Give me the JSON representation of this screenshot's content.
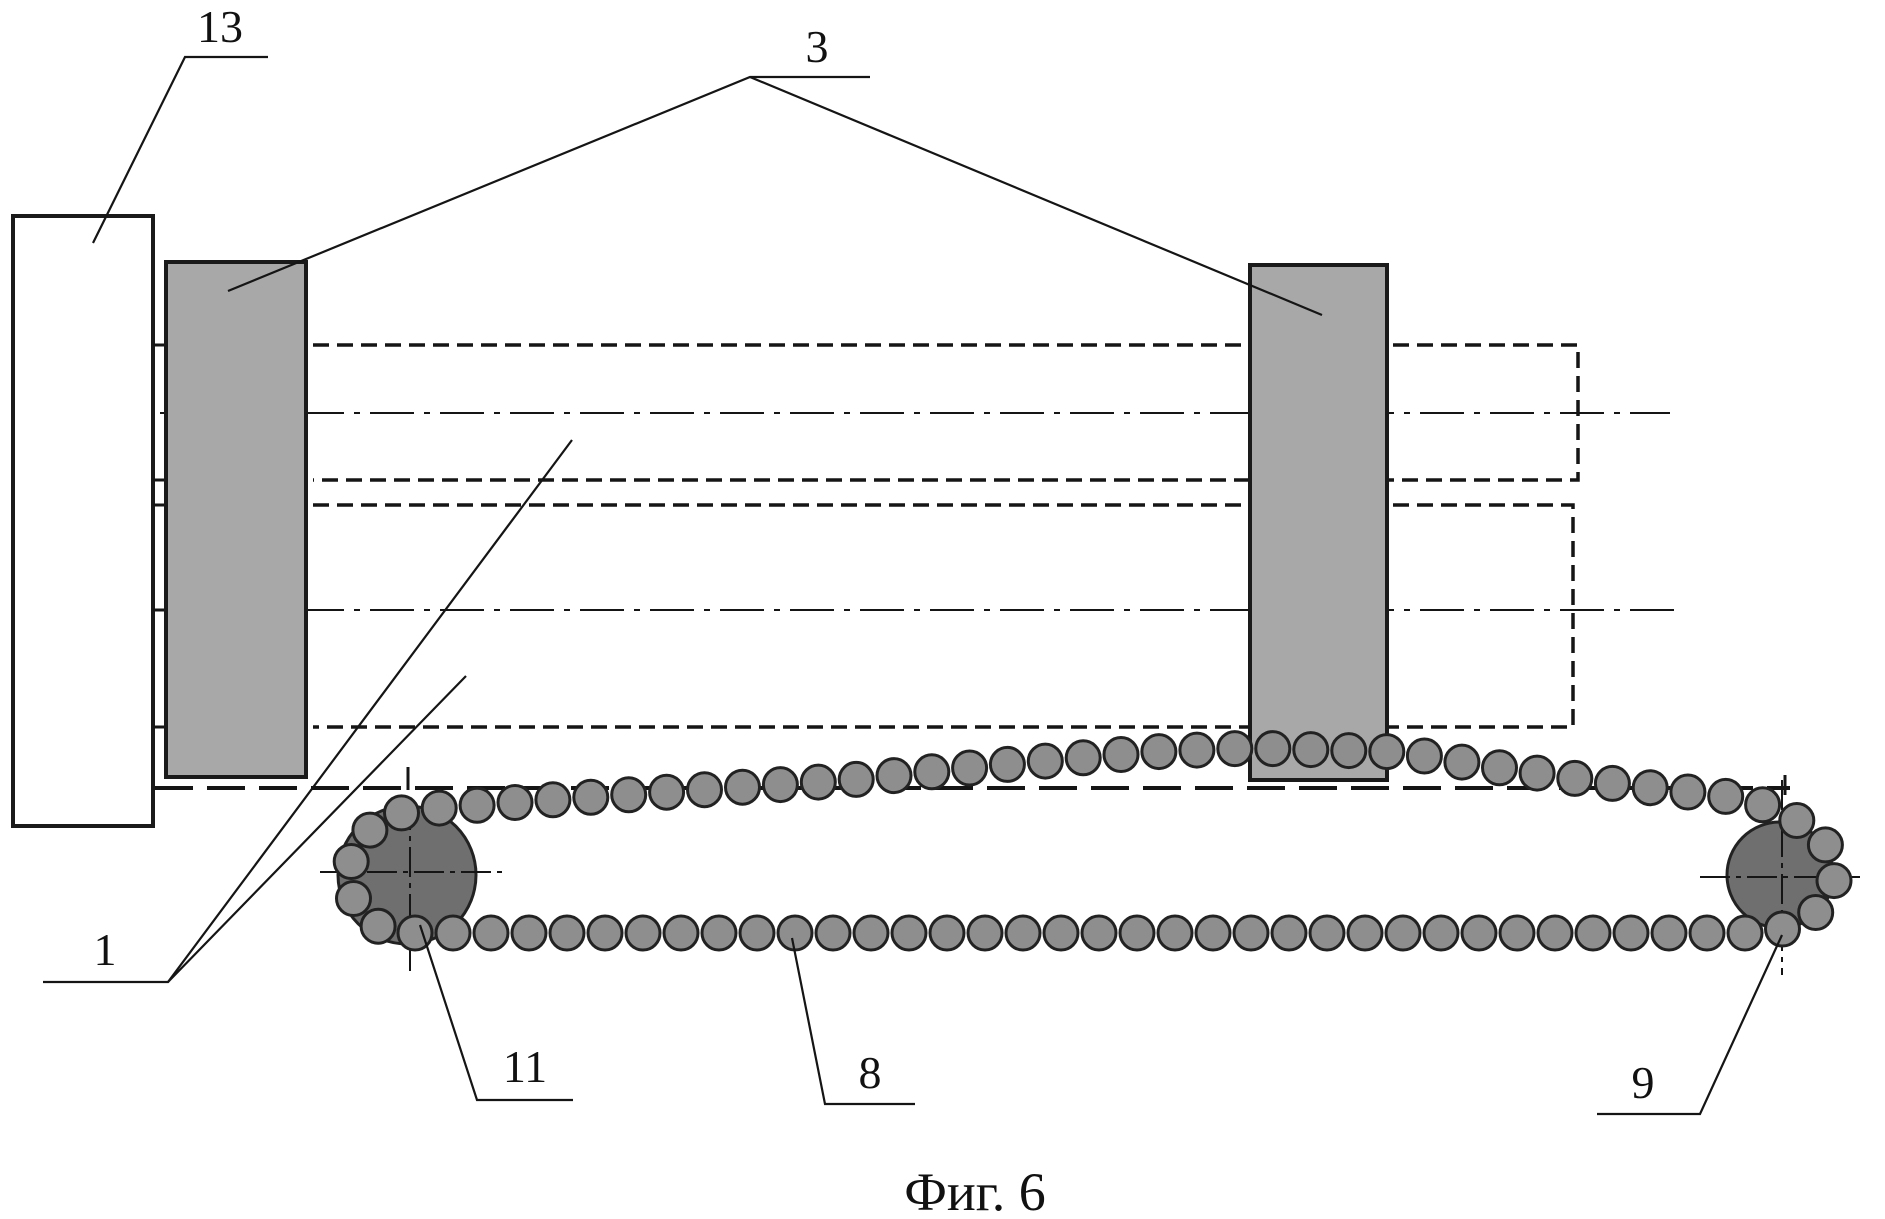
{
  "figure": {
    "caption": "Фиг. 6",
    "labels": {
      "frame": "13",
      "plates": "3",
      "shafts": "1",
      "left_sprocket": "11",
      "chain": "8",
      "right_sprocket": "9"
    }
  },
  "colors": {
    "ink": "#151515",
    "plate_fill": "#a8a8a8",
    "roller_fill": "#8e8e8e",
    "sprocket_fill": "#6f6f6f"
  }
}
